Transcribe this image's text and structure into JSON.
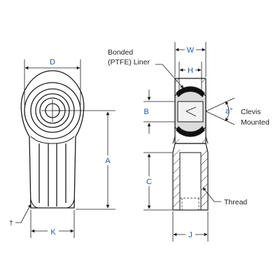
{
  "colors": {
    "outline": "#1a1a1a",
    "dimension_text": "#1e5aa8",
    "note_text": "#222222",
    "ball_fill": "#dcdcdc",
    "liner_fill": "#111111",
    "hatch": "#555555"
  },
  "labels": {
    "d": "D",
    "a": "A",
    "k": "K",
    "dagger": "†",
    "w": "W",
    "h": "H",
    "b": "B",
    "c": "C",
    "j": "J",
    "angle": "a°"
  },
  "notes": {
    "liner_line1": "Bonded",
    "liner_line2": "(PTFE) Liner",
    "clevis_line1": "Clevis",
    "clevis_line2": "Mounted",
    "thread": "Thread"
  }
}
